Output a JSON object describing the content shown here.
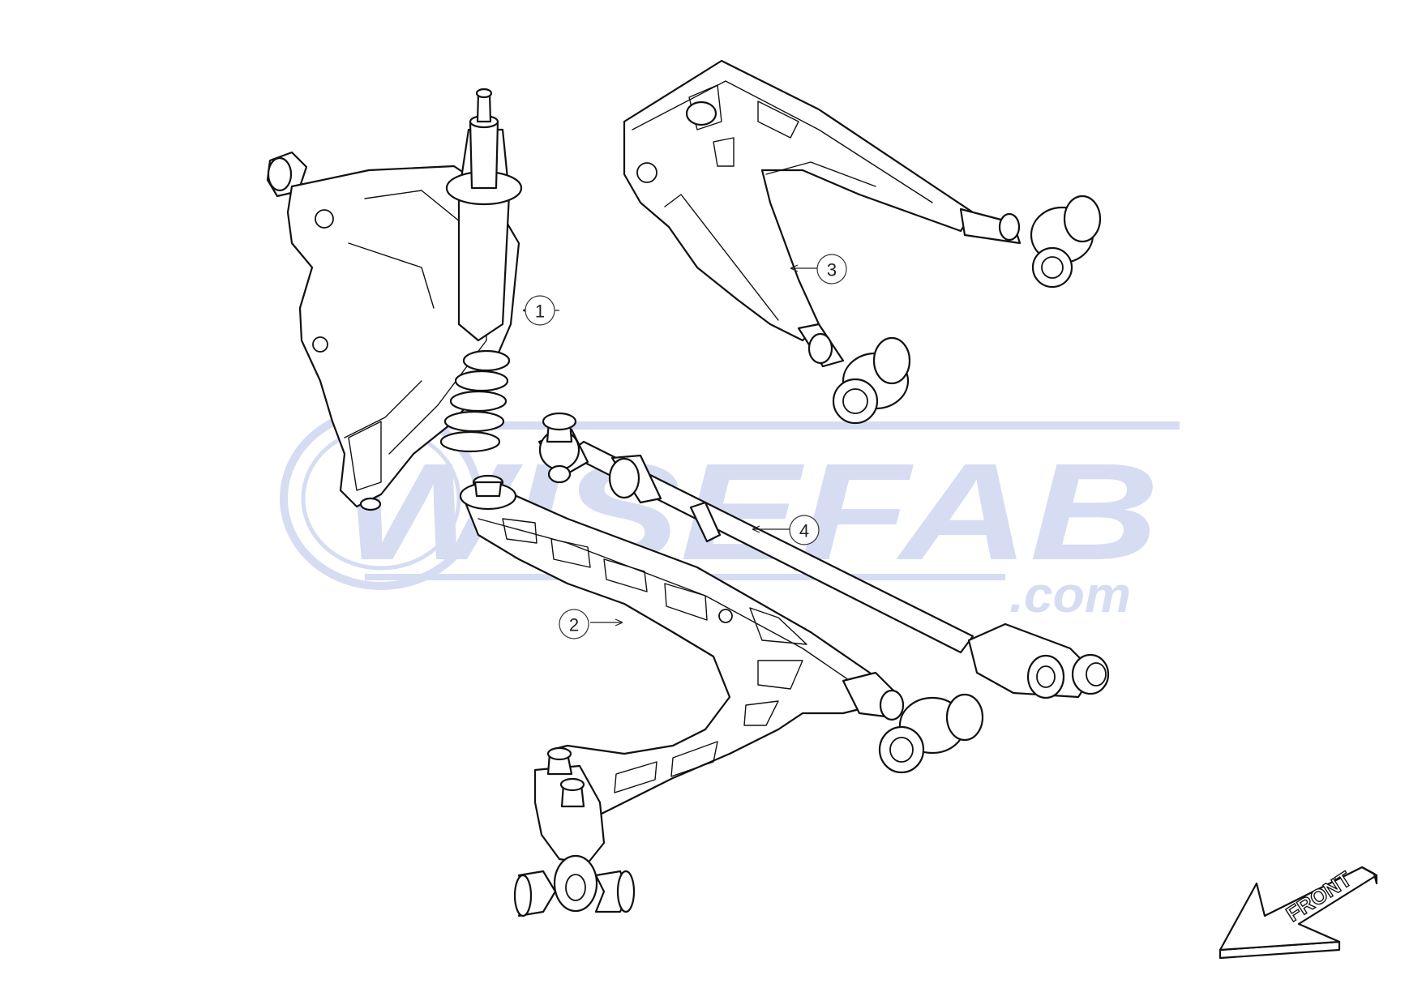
{
  "watermark": {
    "brand": "WISEFAB",
    "suffix": ".com",
    "color": "#d6dcf2"
  },
  "callouts": [
    {
      "id": "1",
      "label": "1",
      "part": "knuckle"
    },
    {
      "id": "2",
      "label": "2",
      "part": "lower-arm"
    },
    {
      "id": "3",
      "label": "3",
      "part": "upper-arm"
    },
    {
      "id": "4",
      "label": "4",
      "part": "tie-rod"
    }
  ],
  "direction_marker": {
    "label": "FRONT"
  },
  "line_color": "#111111"
}
